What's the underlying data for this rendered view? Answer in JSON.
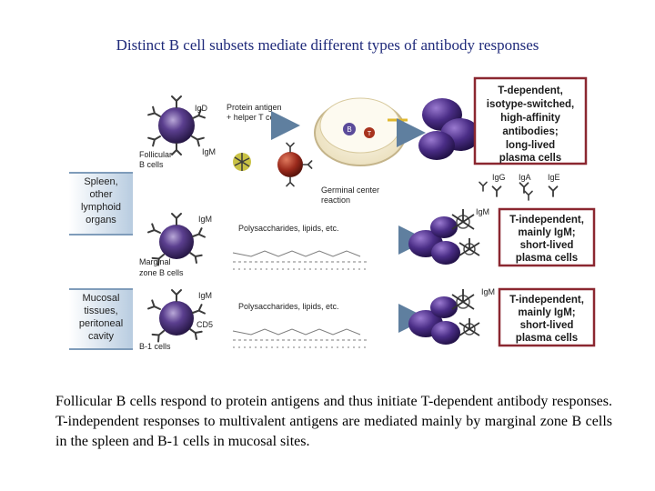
{
  "title": "Distinct B cell subsets mediate different types of antibody responses",
  "left_labels": {
    "spleen": [
      "Spleen,",
      "other",
      "lymphoid",
      "organs"
    ],
    "mucosal": [
      "Mucosal",
      "tissues,",
      "peritoneal",
      "cavity"
    ]
  },
  "row1": {
    "cell_label": [
      "Follicular",
      "B cells"
    ],
    "marker_igd": "IgD",
    "marker_igm": "IgM",
    "antigen_label": [
      "Protein antigen",
      "+ helper T cell"
    ],
    "gc_label": [
      "Germinal center",
      "reaction"
    ],
    "b_label": "B",
    "t_label": "T",
    "result": [
      "T-dependent,",
      "isotype-switched,",
      "high-affinity",
      "antibodies;",
      "long-lived",
      "plasma cells"
    ],
    "isotypes": [
      "IgG",
      "IgA",
      "IgE"
    ]
  },
  "row2": {
    "marker_igm": "IgM",
    "cell_label": [
      "Marginal",
      "zone B cells"
    ],
    "antigen_label": "Polysaccharides, lipids, etc.",
    "output_marker": "IgM",
    "result": [
      "T-independent,",
      "mainly IgM;",
      "short-lived",
      "plasma cells"
    ]
  },
  "row3": {
    "marker_igm": "IgM",
    "marker_cd5": "CD5",
    "cell_label": "B-1 cells",
    "antigen_label": "Polysaccharides, lipids, etc.",
    "output_marker": "IgM",
    "result": [
      "T-independent,",
      "mainly IgM;",
      "short-lived",
      "plasma cells"
    ]
  },
  "caption": "Follicular B cells respond to protein antigens and thus initiate T-dependent antibody responses. T-independent responses to multivalent antigens are mediated mainly by marginal zone B cells in the spleen and B-1 cells in mucosal sites.",
  "colors": {
    "title": "#1f2a7a",
    "b_cell": "#3c2a6e",
    "plasma_cell": "#4a2d86",
    "t_cell": "#8c2418",
    "arrow": "#5f7f9f",
    "result_border": "#8b2730",
    "left_box": "#b8cce0"
  }
}
